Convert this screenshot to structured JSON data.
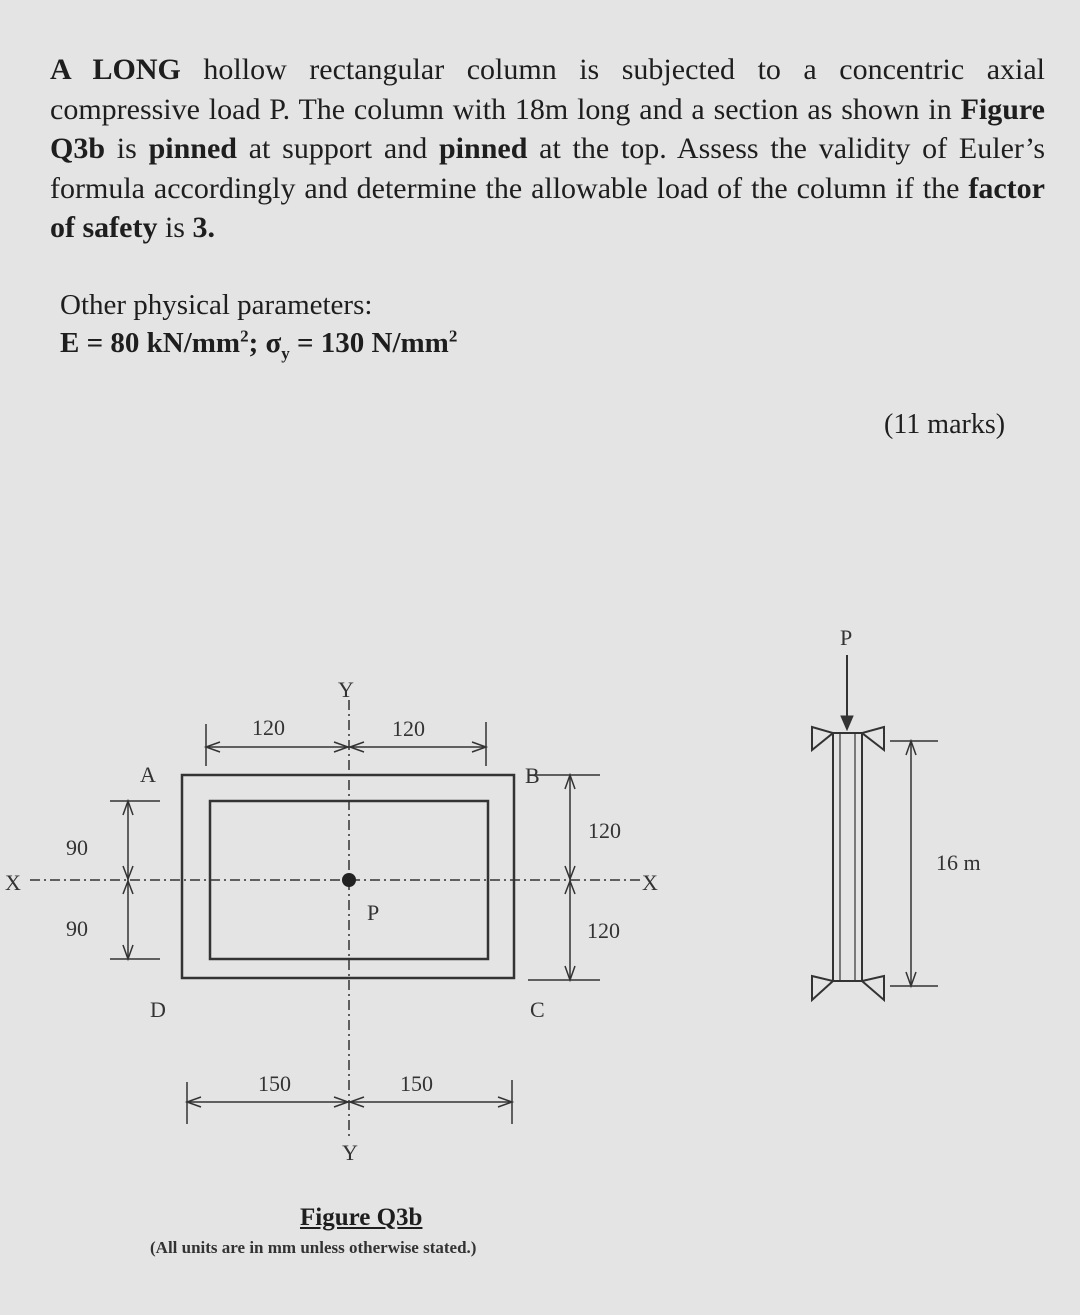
{
  "question": {
    "s1_bold": "A LONG",
    "s1": " hollow rectangular column is subjected to a concentric axial compressive load P. The column with 18m long and a section as shown in ",
    "s2_bold": "Figure Q3b",
    "s3": " is ",
    "s4_bold": "pinned",
    "s5": " at support and ",
    "s6_bold": "pinned",
    "s7": " at the top. Assess the validity of Euler’s formula accordingly and determine the allowable load of the column if the ",
    "s8_bold": "factor of safety",
    "s9": " is ",
    "s10_bold": "3."
  },
  "params": {
    "heading": "Other physical parameters:",
    "e_text": "E = 80 kN/mm",
    "e_exp": "2",
    "sep": "; σ",
    "sigma_sub": "y",
    "sigma_text": " = 130 N/mm",
    "sigma_exp": "2"
  },
  "marks": "(11 marks)",
  "figure": {
    "y_top": "Y",
    "y_bottom": "Y",
    "x_left": "X",
    "x_right": "X",
    "inner_w_left": "120",
    "inner_w_right": "120",
    "outer_w_left": "150",
    "outer_w_right": "150",
    "left_upper": "90",
    "left_lower": "90",
    "right_upper": "120",
    "right_lower": "120",
    "corner_a": "A",
    "corner_b": "B",
    "corner_c": "C",
    "corner_d": "D",
    "load_center": "P",
    "load_top": "P",
    "column_length": "16 m",
    "caption": "Figure Q3b",
    "units_note": "(All units are in mm unless otherwise stated.)"
  }
}
